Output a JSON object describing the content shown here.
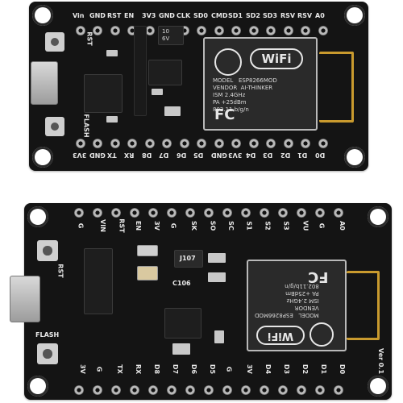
{
  "top_board": {
    "header_pins": [
      "Vin",
      "GND",
      "RST",
      "EN",
      "3V3",
      "GND",
      "CLK",
      "SD0",
      "CMD",
      "SD1",
      "SD2",
      "SD3",
      "RSV",
      "RSV",
      "A0"
    ],
    "footer_pins": [
      "3V3",
      "GND",
      "TX",
      "RX",
      "D8",
      "D7",
      "D6",
      "D5",
      "GND",
      "3V3",
      "D4",
      "D3",
      "D2",
      "D1",
      "D0"
    ],
    "side_labels": {
      "rst": "RST",
      "flash": "FLASH"
    },
    "regulator_text": "10\n6V",
    "module": {
      "wifi_logo": "WiFi",
      "text": "MODEL   ESP8266MOD\nVENDOR  AI-THINKER\nISM 2.4GHz\nPA +25dBm\n802.11 b/g/n",
      "fc_mark": "FC"
    }
  },
  "bottom_board": {
    "header_pins": [
      "G",
      "VIN",
      "RST",
      "EN",
      "3V",
      "G",
      "SK",
      "SO",
      "SC",
      "S1",
      "S2",
      "S3",
      "VU",
      "G",
      "A0"
    ],
    "footer_pins": [
      "3V",
      "G",
      "TX",
      "RX",
      "D8",
      "D7",
      "D6",
      "D5",
      "G",
      "3V",
      "D4",
      "D3",
      "D2",
      "D1",
      "D0"
    ],
    "side_labels": {
      "rst": "RST",
      "flash": "FLASH"
    },
    "version": "Ver 0.1",
    "component_labels": {
      "j107": "J107",
      "c106": "C106"
    },
    "module": {
      "wifi_logo": "WiFi",
      "text": "MODEL   ESP8266MOD\nVENDOR\nISM 2.4GHz\nPA +25dBm\n802.11b/g/n",
      "fc_mark": "FC"
    }
  }
}
